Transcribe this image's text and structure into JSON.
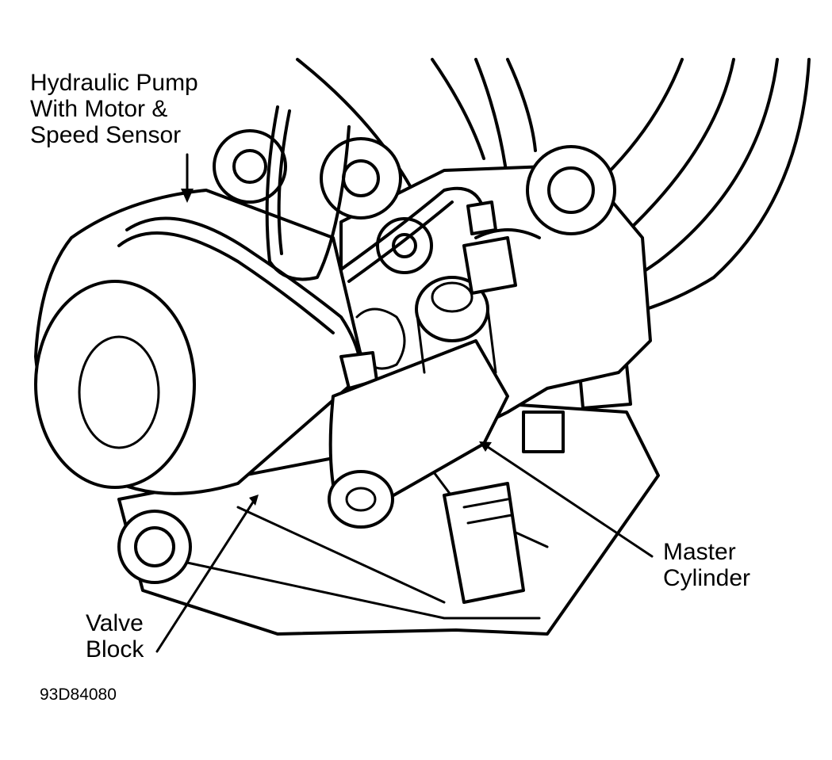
{
  "labels": {
    "pump": [
      "Hydraulic Pump",
      "With Motor &",
      "Speed Sensor"
    ],
    "master_cylinder": [
      "Master",
      "Cylinder"
    ],
    "valve_block": [
      "Valve",
      "Block"
    ]
  },
  "figure_code": "93D84080"
}
